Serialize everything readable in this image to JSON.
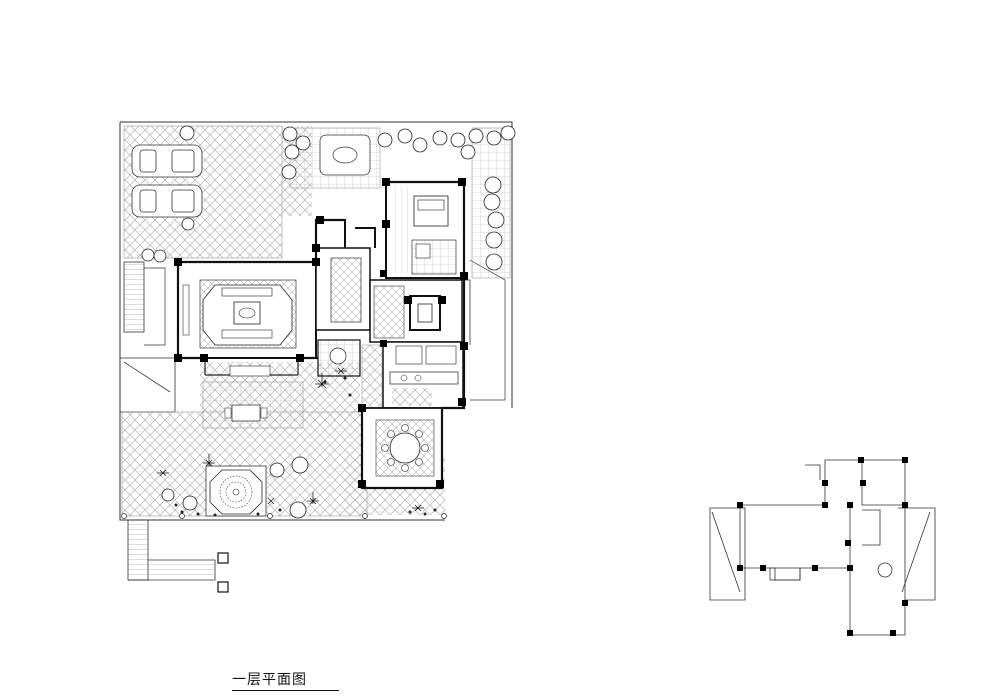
{
  "drawing": {
    "title": "一层平面图",
    "line_color": "#222222",
    "hatch_color": "#9a9a9a",
    "column_color": "#000000",
    "tree_icon": "tree-canopy-symbol",
    "car_icon": "car-outline-symbol"
  }
}
